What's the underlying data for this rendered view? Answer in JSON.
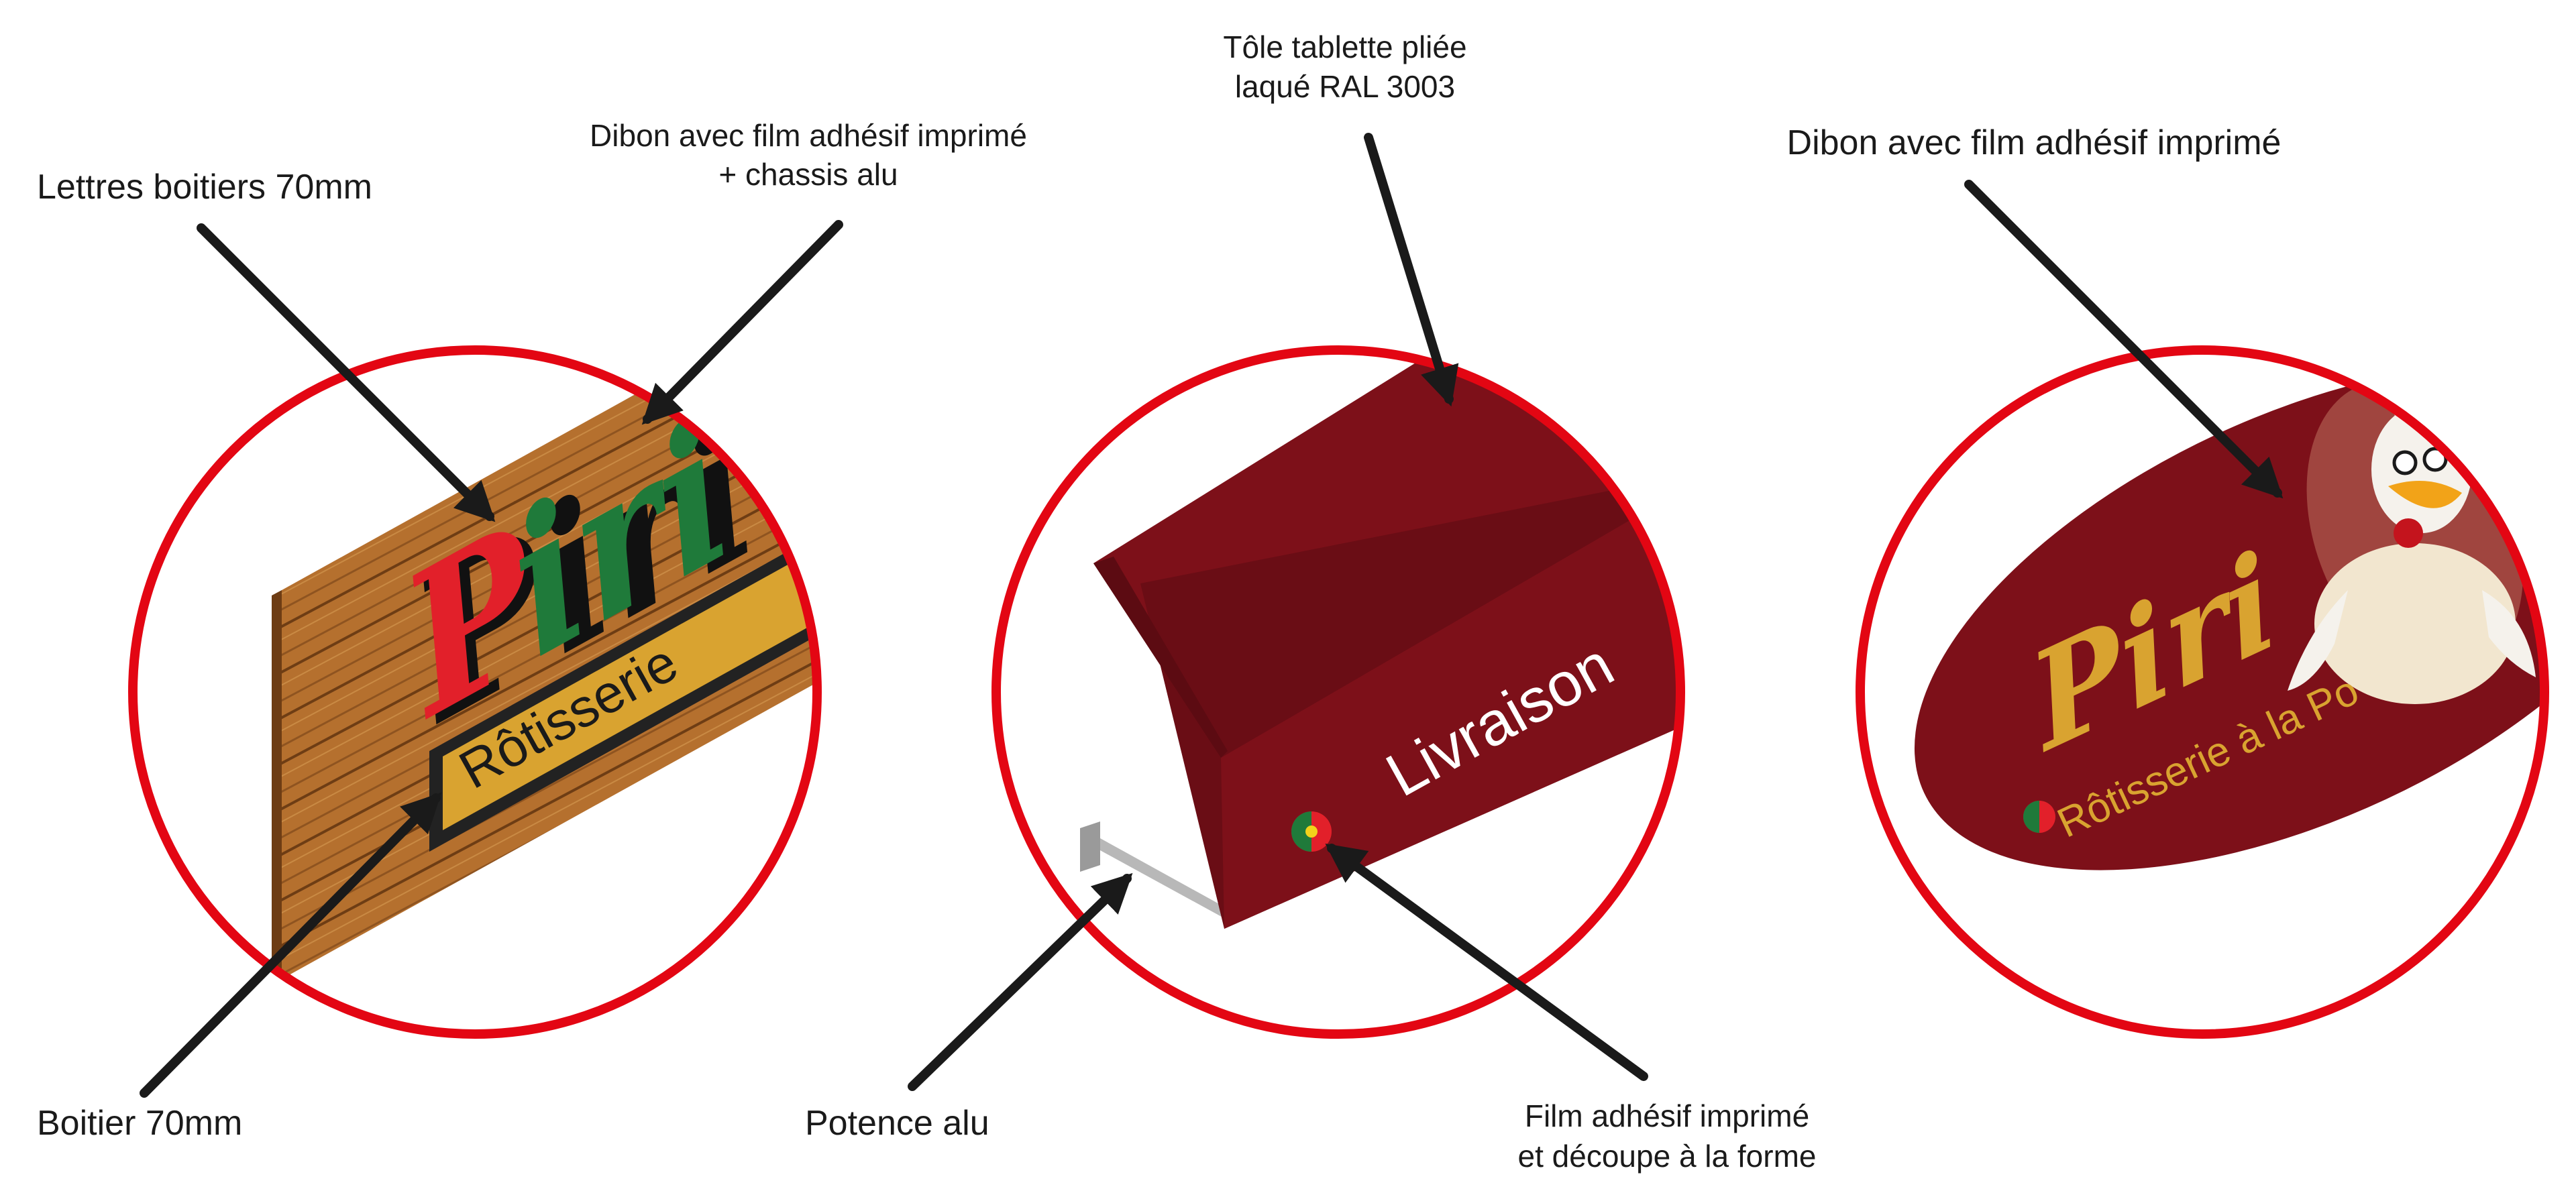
{
  "labels": {
    "lettres_boitiers": "Lettres boitiers 70mm",
    "dibon_chassis_l1": "Dibon avec film adhésif imprimé",
    "dibon_chassis_l2": "+ chassis alu",
    "boitier": "Boitier 70mm",
    "tole_l1": "Tôle tablette pliée",
    "tole_l2": "laqué RAL 3003",
    "potence": "Potence alu",
    "film_l1": "Film adhésif imprimé",
    "film_l2": "et découpe à la forme",
    "dibon_right": "Dibon avec film adhésif imprimé"
  },
  "sign_text": {
    "brand": "Piri",
    "brand_p": "P",
    "brand_iri": "iri",
    "rotisserie_left": "Rôtisserie",
    "livraison": "Livraison",
    "rotisserie_right": "Rôtisserie à la Po"
  },
  "colors": {
    "ring": "#e30613",
    "arrow": "#1a1a1a",
    "maroon": "#7d1019",
    "maroon_dark": "#5c0b12",
    "wood": "#b5702e",
    "gold": "#d9a330",
    "green": "#1f7a3a",
    "red_letter": "#e2202a"
  }
}
